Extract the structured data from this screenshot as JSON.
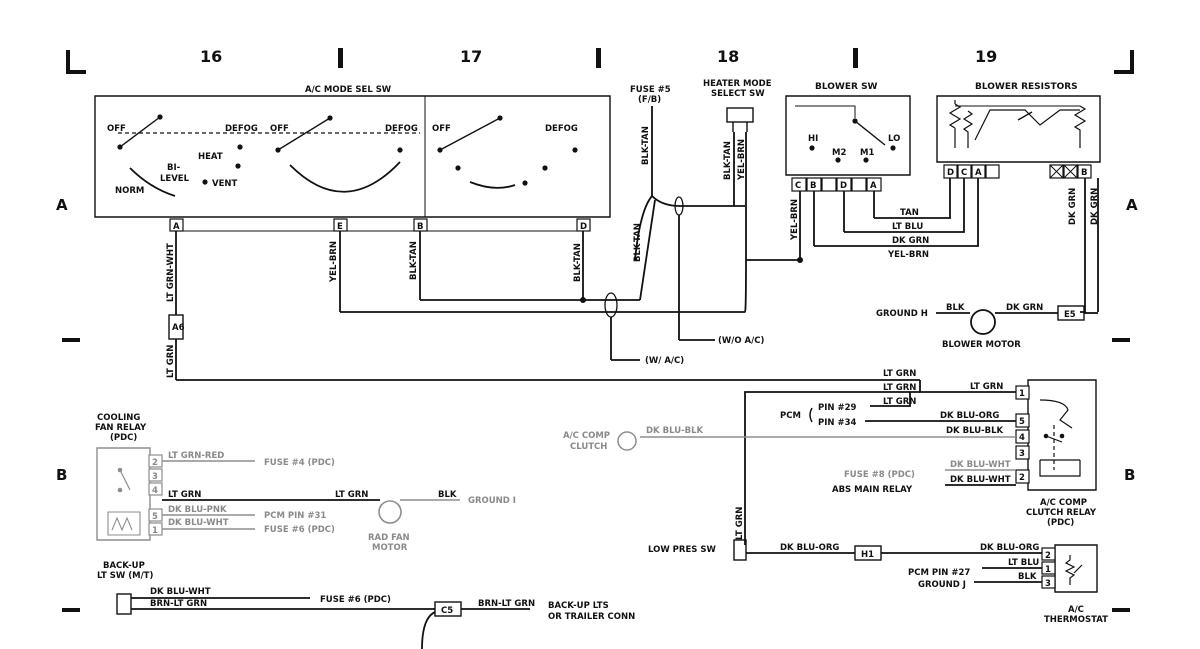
{
  "zones": [
    "16",
    "17",
    "18",
    "19"
  ],
  "rows": {
    "left": [
      "A",
      "B"
    ],
    "right": [
      "A",
      "B"
    ]
  },
  "components": {
    "ac_mode_sel_sw": {
      "title": "A/C MODE SEL SW",
      "labels": [
        "OFF",
        "DEFOG",
        "OFF",
        "DEFOG",
        "OFF",
        "DEFOG",
        "HEAT",
        "BI-",
        "LEVEL",
        "VENT",
        "NORM"
      ],
      "pins": [
        "A",
        "E",
        "B",
        "D"
      ]
    },
    "fuse5": {
      "line1": "FUSE #5",
      "line2": "(F/B)"
    },
    "heater_mode_sw": {
      "line1": "HEATER MODE",
      "line2": "SELECT SW"
    },
    "blower_sw": {
      "title": "BLOWER SW",
      "labels": [
        "HI",
        "LO",
        "M2",
        "M1"
      ],
      "pins": [
        "C",
        "B",
        "D",
        "A"
      ]
    },
    "blower_resistors": {
      "title": "BLOWER RESISTORS",
      "pins": [
        "D",
        "C",
        "A",
        "B"
      ]
    },
    "blower_motor": {
      "label": "BLOWER MOTOR",
      "ground": "GROUND H",
      "connector": "E5"
    },
    "as_connector": "A6",
    "w_ac": "(W/ A/C)",
    "wo_ac": "(W/O A/C)",
    "cooling_fan_relay": {
      "line1": "COOLING",
      "line2": "FAN RELAY",
      "line3": "(PDC)",
      "pins": [
        "2",
        "3",
        "4",
        "5",
        "1"
      ]
    },
    "rad_fan_motor": {
      "line1": "RAD FAN",
      "line2": "MOTOR",
      "ground": "GROUND I"
    },
    "ac_comp_clutch": {
      "line1": "A/C COMP",
      "line2": "CLUTCH"
    },
    "ac_clutch_relay": {
      "line1": "A/C COMP",
      "line2": "CLUTCH RELAY",
      "line3": "(PDC)",
      "pins": [
        "1",
        "5",
        "4",
        "3",
        "2"
      ]
    },
    "pcm": {
      "label": "PCM",
      "pin29": "PIN #29",
      "pin34": "PIN #34",
      "pin27": "PCM PIN #27",
      "pin31": "PCM PIN #31"
    },
    "fuse8_pdc": "FUSE #8 (PDC)",
    "abs_relay": "ABS MAIN RELAY",
    "low_pres_sw": "LOW PRES SW",
    "h1": "H1",
    "ac_thermostat": {
      "line1": "A/C",
      "line2": "THERMOSTAT",
      "ground": "GROUND J",
      "pins": [
        "2",
        "1",
        "3"
      ]
    },
    "backup_sw": {
      "line1": "BACK-UP",
      "line2": "LT SW (M/T)"
    },
    "c5": "C5",
    "backup_lts": {
      "line1": "BACK-UP LTS",
      "line2": "OR TRAILER CONN"
    },
    "fuse4_pdc": "FUSE #4 (PDC)",
    "fuse6_pdc": "FUSE #6 (PDC)",
    "fuse6_pdc_paren": "FUSE #6 (PDC)"
  },
  "wires": {
    "lt_grn_wht": "LT GRN-WHT",
    "lt_grn": "LT GRN",
    "yel_brn": "YEL-BRN",
    "blk_tan": "BLK-TAN",
    "tan": "TAN",
    "lt_blu": "LT BLU",
    "dk_grn": "DK GRN",
    "blk": "BLK",
    "dk_blu_org": "DK BLU-ORG",
    "dk_blu_blk": "DK BLU-BLK",
    "dk_blu_wht": "DK BLU-WHT",
    "lt_grn_red": "LT GRN-RED",
    "dk_blu_pnk": "DK BLU-PNK",
    "brn_lt_grn": "BRN-LT GRN"
  }
}
